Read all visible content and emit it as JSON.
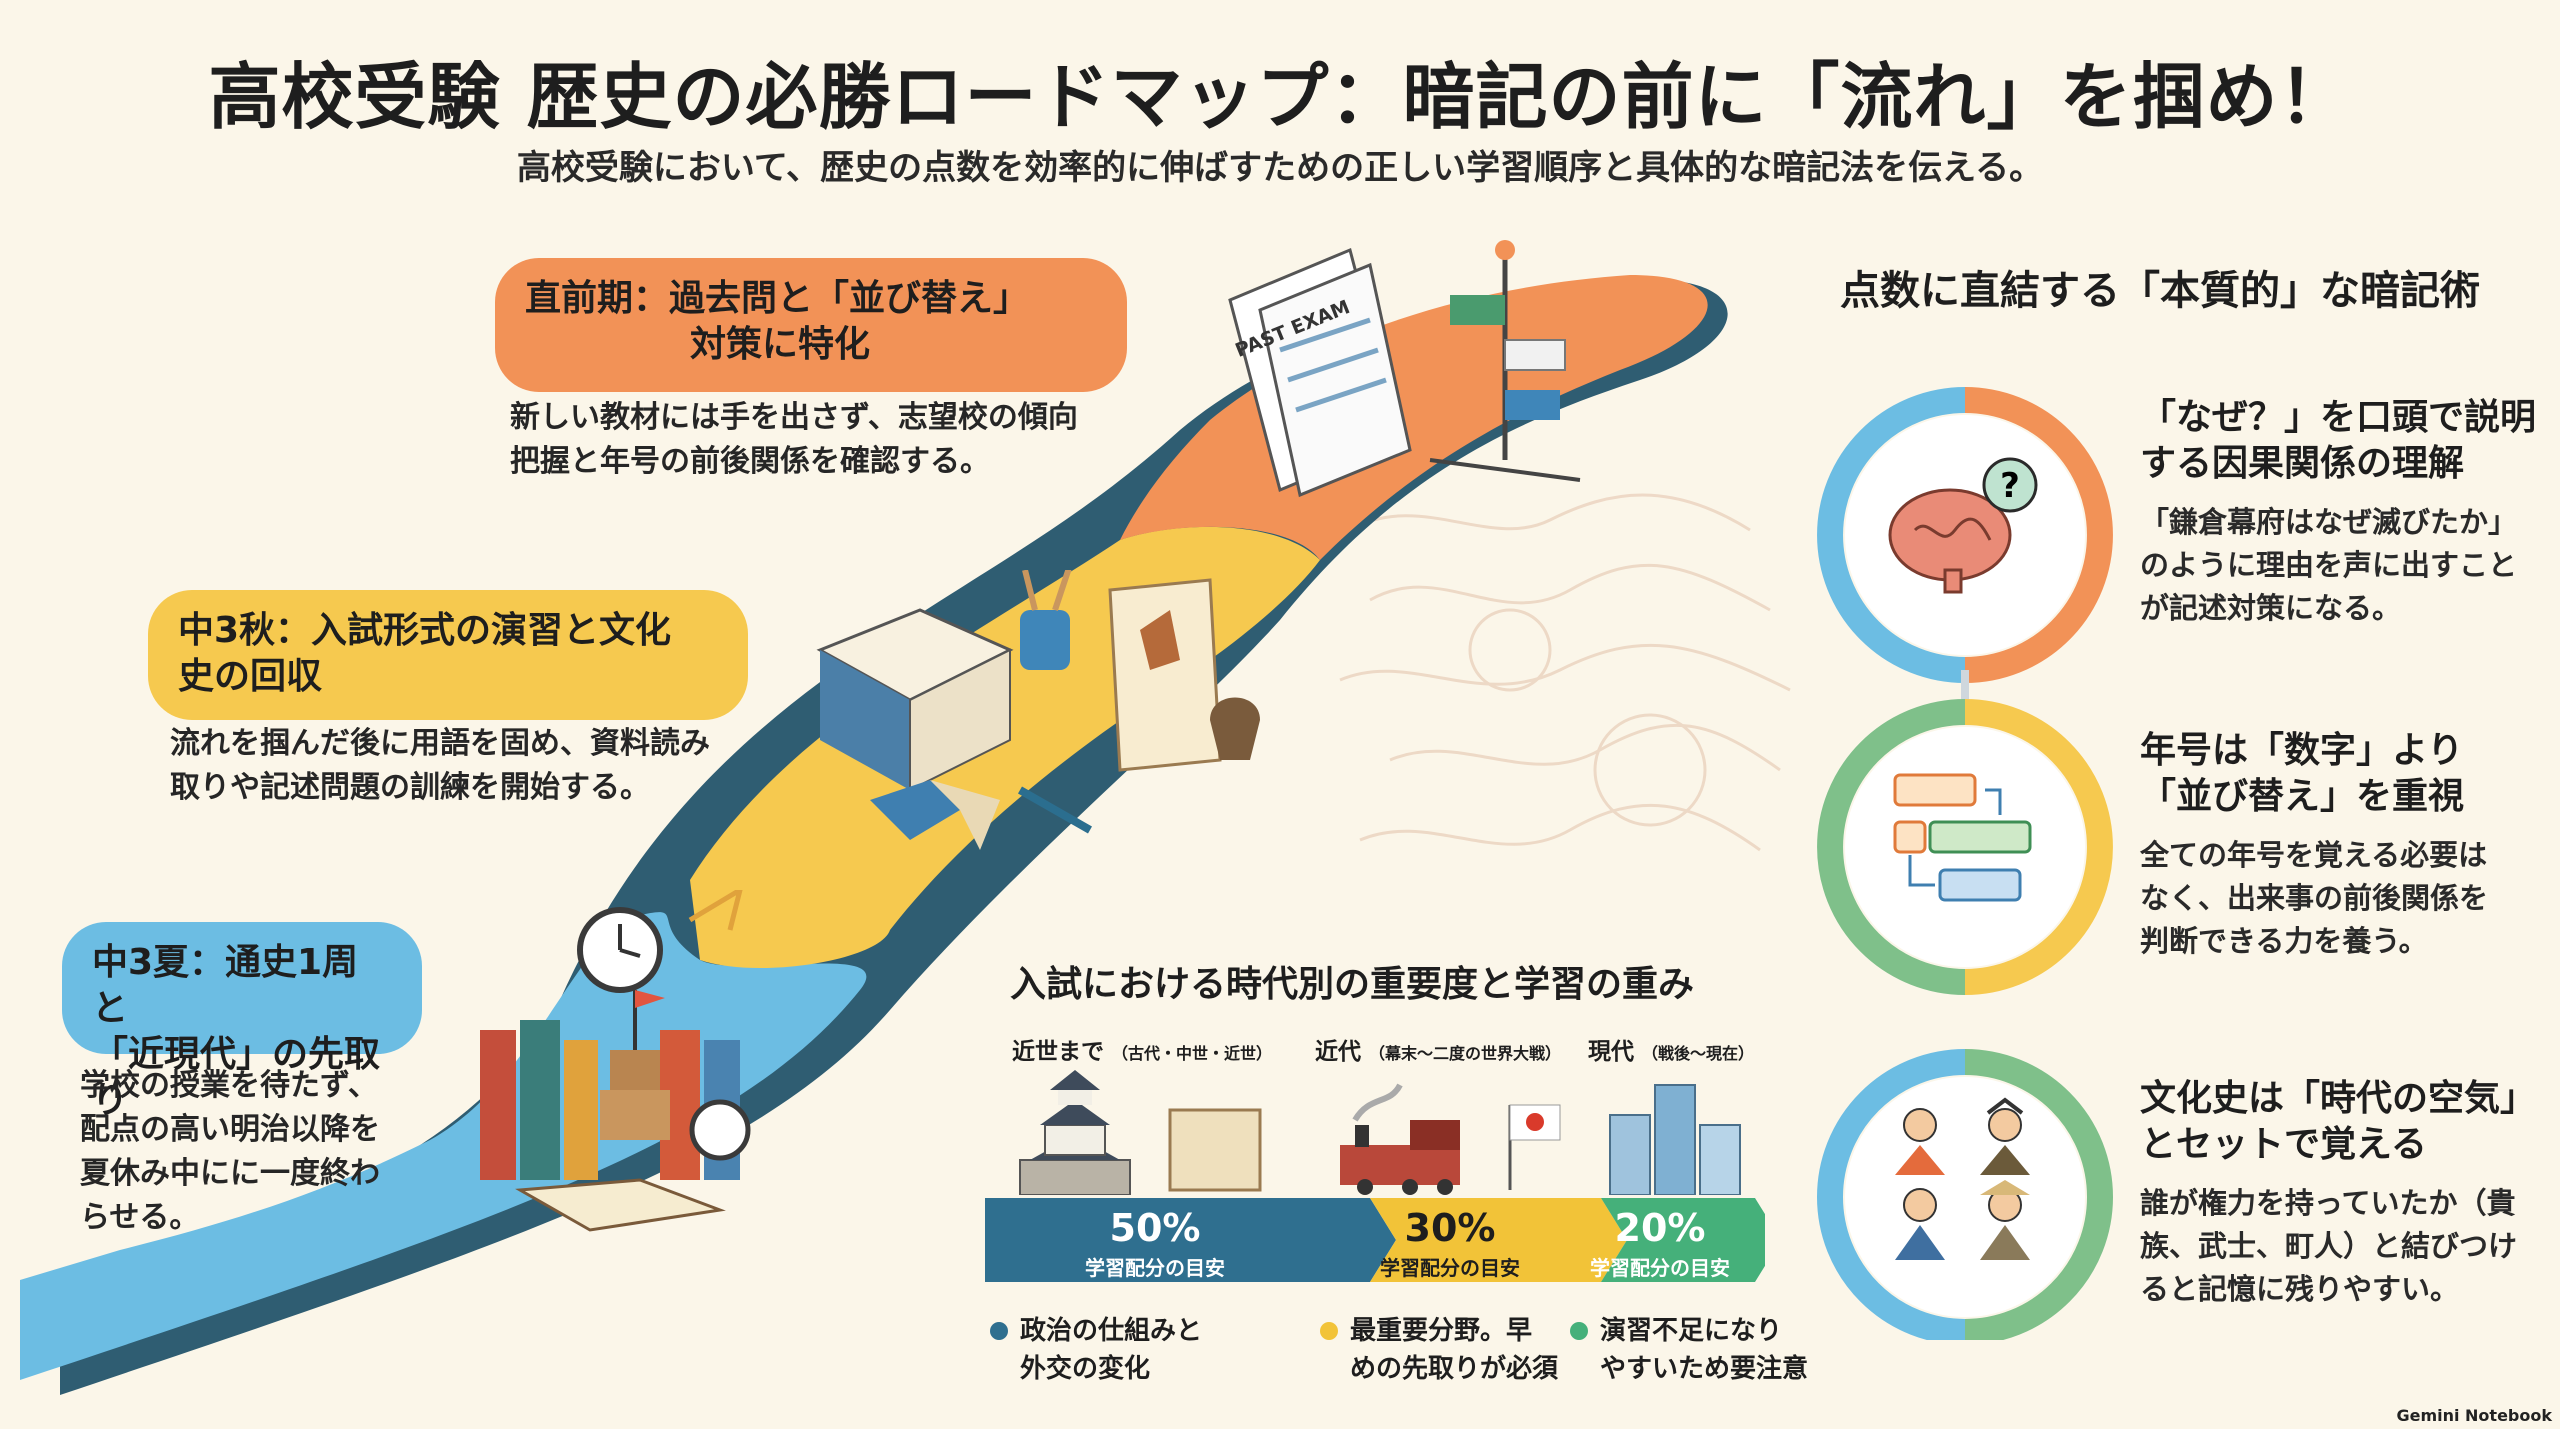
{
  "title": "高校受験 歴史の必勝ロードマップ：暗記の前に「流れ」を掴め！",
  "subtitle": "高校受験において、歴史の点数を効率的に伸ばすための正しい学習順序と具体的な暗記法を伝える。",
  "stages": [
    {
      "title_line1": "直前期：過去問と「並び替え」",
      "title_line2": "対策に特化",
      "desc_line1": "新しい教材には手を出さず、志望校の傾向",
      "desc_line2": "把握と年号の前後関係を確認する。",
      "color": "#f29257"
    },
    {
      "title_line1": "中3秋：入試形式の演習と文化",
      "title_line2": "史の回収",
      "desc_line1": "流れを掴んだ後に用語を固め、資料読み",
      "desc_line2": "取りや記述問題の訓練を開始する。",
      "color": "#f6c94f"
    },
    {
      "title_line1": "中3夏：通史1周と",
      "title_line2": "「近現代」の先取り",
      "desc_line1": "学校の授業を待たず、",
      "desc_line2": "配点の高い明治以降を",
      "desc_line3": "夏休み中にに一度終わ",
      "desc_line4": "らせる。",
      "color": "#6cbde3"
    }
  ],
  "illustration": {
    "exam_paper_label": "PAST EXAM"
  },
  "techniques": {
    "heading": "点数に直結する「本質的」な暗記術",
    "items": [
      {
        "title_line1": "「なぜ？」を口頭で説明",
        "title_line2": "する因果関係の理解",
        "desc_line1": "「鎌倉幕府はなぜ滅びたか」",
        "desc_line2": "のように理由を声に出すこと",
        "desc_line3": "が記述対策になる。",
        "icon": "brain-question-icon"
      },
      {
        "title_line1": "年号は「数字」より",
        "title_line2": "「並び替え」を重視",
        "desc_line1": "全ての年号を覚える必要は",
        "desc_line2": "なく、出来事の前後関係を",
        "desc_line3": "判断できる力を養う。",
        "icon": "sequence-flow-icon"
      },
      {
        "title_line1": "文化史は「時代の空気」",
        "title_line2": "とセットで覚える",
        "desc_line1": "誰が権力を持っていたか（貴",
        "desc_line2": "族、武士、町人）と結びつけ",
        "desc_line3": "ると記憶に残りやすい。",
        "icon": "historical-people-icon"
      }
    ]
  },
  "chart_data": {
    "type": "bar",
    "title": "入試における時代別の重要度と学習の重み",
    "categories": [
      "近世まで",
      "近代",
      "現代"
    ],
    "category_notes": [
      "（古代・中世・近世）",
      "（幕末～二度の世界大戦）",
      "（戦後～現在）"
    ],
    "values": [
      50,
      30,
      20
    ],
    "value_labels": [
      "50%",
      "30%",
      "20%"
    ],
    "unit_label": "学習配分の目安",
    "notes_line1": [
      "政治の仕組みと",
      "最重要分野。早",
      "演習不足になり"
    ],
    "notes_line2": [
      "外交の変化",
      "めの先取りが必須",
      "やすいため要注意"
    ],
    "colors": [
      "#2f6f8f",
      "#f2c338",
      "#45b07a"
    ]
  },
  "brand": "Gemini Notebook"
}
